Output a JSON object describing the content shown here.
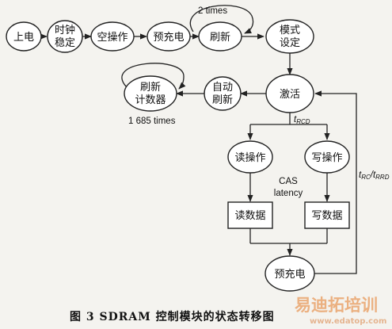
{
  "states": {
    "power_on": "上电",
    "clock_stable_1": "时钟",
    "clock_stable_2": "稳定",
    "nop": "空操作",
    "precharge_init": "预充电",
    "refresh_init": "刷新",
    "mode_set_1": "模式",
    "mode_set_2": "设定",
    "activate": "激活",
    "auto_refresh_1": "自动",
    "auto_refresh_2": "刷新",
    "refresh_counter_1": "刷新",
    "refresh_counter_2": "计数器",
    "read_op": "读操作",
    "write_op": "写操作",
    "read_data": "读数据",
    "write_data": "写数据",
    "precharge_end": "预充电"
  },
  "labels": {
    "two_times": "2 times",
    "refresh_count": "1 685 times",
    "trcd_t": "t",
    "trcd_sub": "RCD",
    "cas_1": "CAS",
    "cas_2": "latency",
    "trc_t1": "t",
    "trc_sub1": "RC",
    "trc_sep": "/t",
    "trc_sub2": "RRD"
  },
  "caption": "图 3   SDRAM 控制模块的状态转移图",
  "watermark": {
    "brand": "易迪拓培训",
    "url": "www.edatop.com"
  }
}
